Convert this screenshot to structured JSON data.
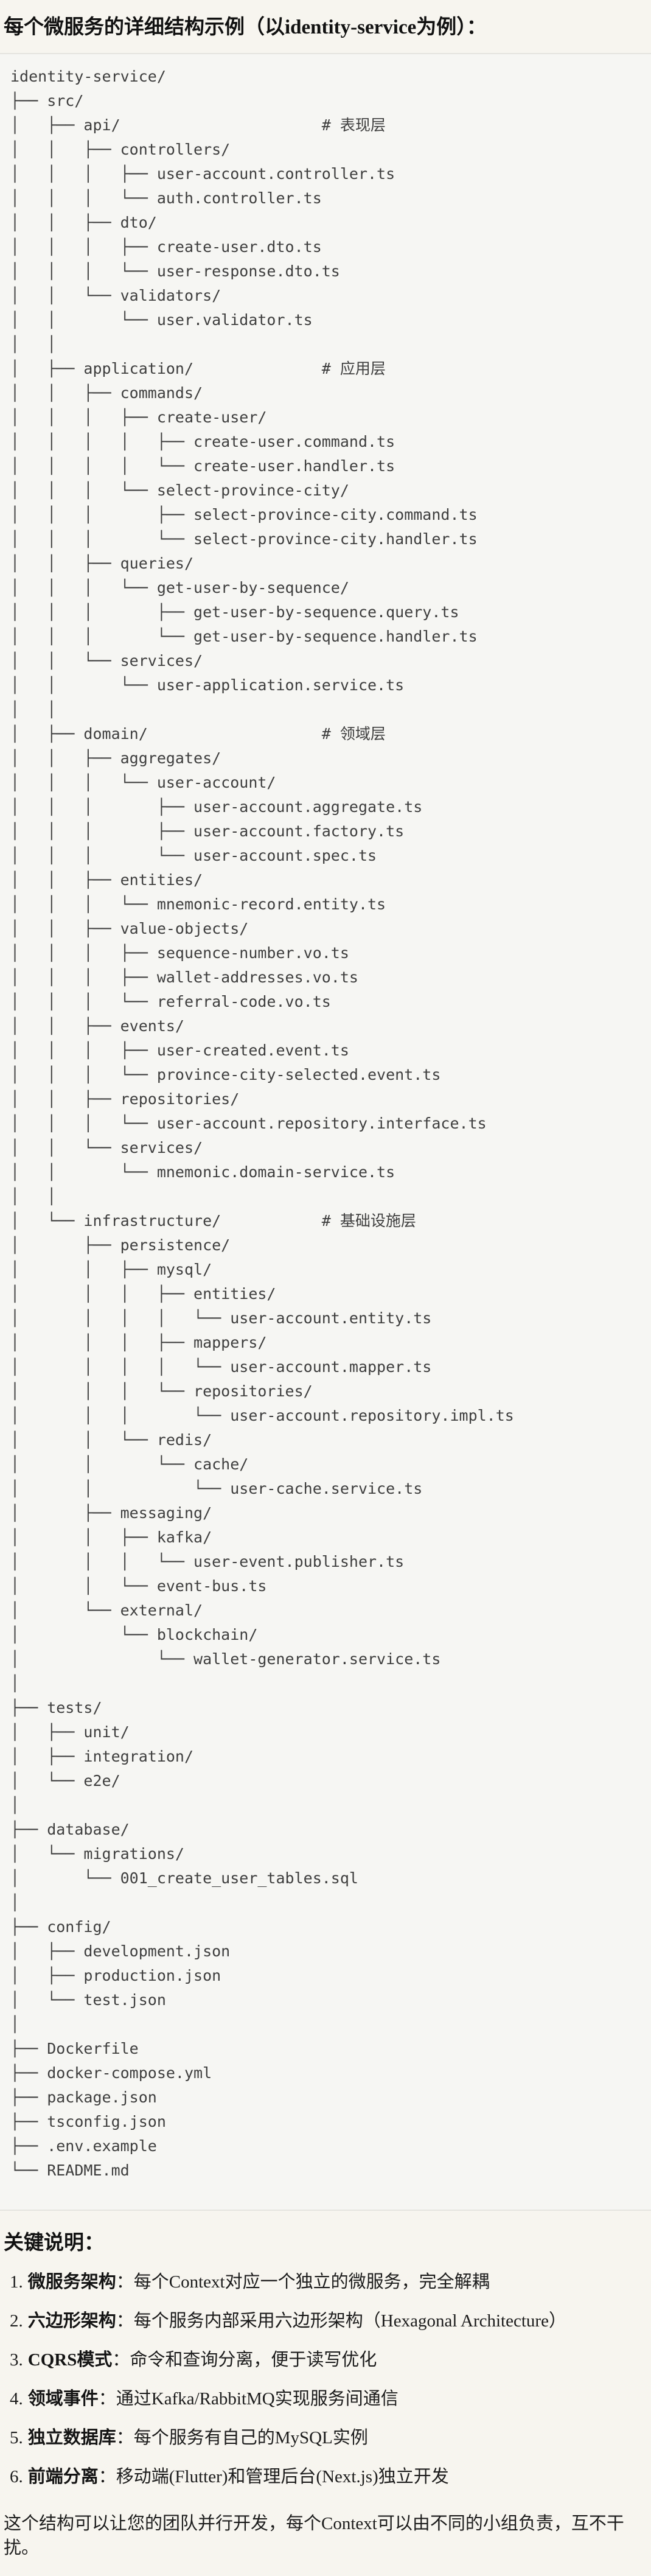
{
  "page": {
    "title": "每个微服务的详细结构示例（以identity-service为例）：",
    "colors": {
      "page_background": "#f7f5ef",
      "code_background": "#f6f6f3",
      "code_border": "#e5e4df",
      "tree_text": "#3e3e3e",
      "body_text": "#1c1c1c"
    },
    "tree": [
      "identity-service/",
      "├── src/",
      "│   ├── api/                      # 表现层",
      "│   │   ├── controllers/",
      "│   │   │   ├── user-account.controller.ts",
      "│   │   │   └── auth.controller.ts",
      "│   │   ├── dto/",
      "│   │   │   ├── create-user.dto.ts",
      "│   │   │   └── user-response.dto.ts",
      "│   │   └── validators/",
      "│   │       └── user.validator.ts",
      "│   │",
      "│   ├── application/              # 应用层",
      "│   │   ├── commands/",
      "│   │   │   ├── create-user/",
      "│   │   │   │   ├── create-user.command.ts",
      "│   │   │   │   └── create-user.handler.ts",
      "│   │   │   └── select-province-city/",
      "│   │   │       ├── select-province-city.command.ts",
      "│   │   │       └── select-province-city.handler.ts",
      "│   │   ├── queries/",
      "│   │   │   └── get-user-by-sequence/",
      "│   │   │       ├── get-user-by-sequence.query.ts",
      "│   │   │       └── get-user-by-sequence.handler.ts",
      "│   │   └── services/",
      "│   │       └── user-application.service.ts",
      "│   │",
      "│   ├── domain/                   # 领域层",
      "│   │   ├── aggregates/",
      "│   │   │   └── user-account/",
      "│   │   │       ├── user-account.aggregate.ts",
      "│   │   │       ├── user-account.factory.ts",
      "│   │   │       └── user-account.spec.ts",
      "│   │   ├── entities/",
      "│   │   │   └── mnemonic-record.entity.ts",
      "│   │   ├── value-objects/",
      "│   │   │   ├── sequence-number.vo.ts",
      "│   │   │   ├── wallet-addresses.vo.ts",
      "│   │   │   └── referral-code.vo.ts",
      "│   │   ├── events/",
      "│   │   │   ├── user-created.event.ts",
      "│   │   │   └── province-city-selected.event.ts",
      "│   │   ├── repositories/",
      "│   │   │   └── user-account.repository.interface.ts",
      "│   │   └── services/",
      "│   │       └── mnemonic.domain-service.ts",
      "│   │",
      "│   └── infrastructure/           # 基础设施层",
      "│       ├── persistence/",
      "│       │   ├── mysql/",
      "│       │   │   ├── entities/",
      "│       │   │   │   └── user-account.entity.ts",
      "│       │   │   ├── mappers/",
      "│       │   │   │   └── user-account.mapper.ts",
      "│       │   │   └── repositories/",
      "│       │   │       └── user-account.repository.impl.ts",
      "│       │   └── redis/",
      "│       │       └── cache/",
      "│       │           └── user-cache.service.ts",
      "│       ├── messaging/",
      "│       │   ├── kafka/",
      "│       │   │   └── user-event.publisher.ts",
      "│       │   └── event-bus.ts",
      "│       └── external/",
      "│           └── blockchain/",
      "│               └── wallet-generator.service.ts",
      "│",
      "├── tests/",
      "│   ├── unit/",
      "│   ├── integration/",
      "│   └── e2e/",
      "│",
      "├── database/",
      "│   └── migrations/",
      "│       └── 001_create_user_tables.sql",
      "│",
      "├── config/",
      "│   ├── development.json",
      "│   ├── production.json",
      "│   └── test.json",
      "│",
      "├── Dockerfile",
      "├── docker-compose.yml",
      "├── package.json",
      "├── tsconfig.json",
      "├── .env.example",
      "└── README.md"
    ],
    "notes": {
      "heading": "关键说明：",
      "items": [
        {
          "num": "1.",
          "label": "微服务架构",
          "text": "：每个Context对应一个独立的微服务，完全解耦"
        },
        {
          "num": "2.",
          "label": "六边形架构",
          "text": "：每个服务内部采用六边形架构（Hexagonal Architecture）"
        },
        {
          "num": "3.",
          "label": "CQRS模式",
          "text": "：命令和查询分离，便于读写优化"
        },
        {
          "num": "4.",
          "label": "领域事件",
          "text": "：通过Kafka/RabbitMQ实现服务间通信"
        },
        {
          "num": "5.",
          "label": "独立数据库",
          "text": "：每个服务有自己的MySQL实例"
        },
        {
          "num": "6.",
          "label": "前端分离",
          "text": "：移动端(Flutter)和管理后台(Next.js)独立开发"
        }
      ],
      "footer": "这个结构可以让您的团队并行开发，每个Context可以由不同的小组负责，互不干扰。"
    }
  }
}
